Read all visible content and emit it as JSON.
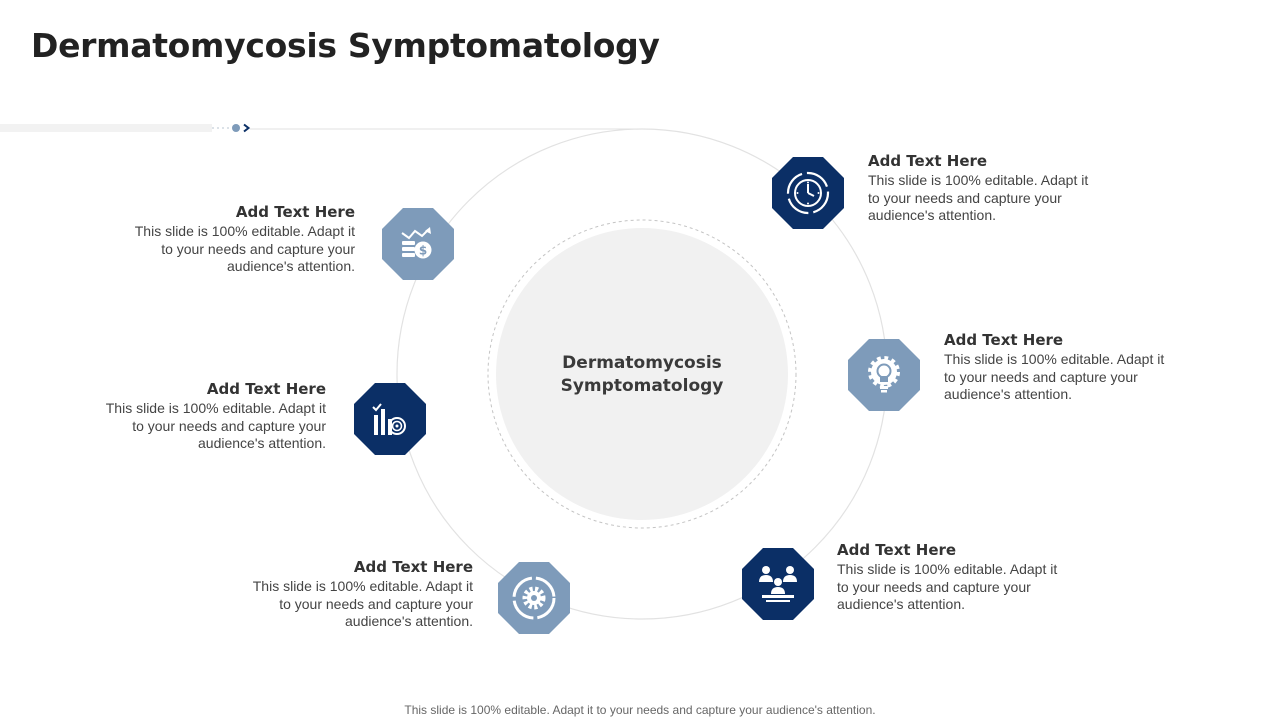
{
  "slide": {
    "title": "Dermatomycosis Symptomatology",
    "center": {
      "line1": "Dermatomycosis",
      "line2": "Symptomatology"
    },
    "footer": "This slide is 100% editable. Adapt it to your needs and capture your audience's attention."
  },
  "colors": {
    "dark": "#0b2f66",
    "light": "#7e9bba",
    "circle_fill": "#f1f1f1",
    "ring": "#dddddd"
  },
  "items": [
    {
      "icon": "money-chart-icon",
      "style": "light",
      "heading": "Add Text Here",
      "body": [
        "This slide is 100% editable.  Adapt it",
        "to your needs and capture your",
        "audience's attention."
      ]
    },
    {
      "icon": "bar-chart-target-icon",
      "style": "dark",
      "heading": "Add Text Here",
      "body": [
        "This slide is 100% editable.  Adapt it",
        "to your needs and capture your",
        "audience's attention."
      ]
    },
    {
      "icon": "gear-cycle-icon",
      "style": "light",
      "heading": "Add Text Here",
      "body": [
        "This slide is 100% editable.  Adapt it",
        "to your needs and capture your",
        "audience's attention."
      ]
    },
    {
      "icon": "clock-cycle-icon",
      "style": "dark",
      "heading": "Add Text Here",
      "body": [
        "This slide is 100% editable.  Adapt it",
        "to your needs and capture your",
        "audience's attention."
      ]
    },
    {
      "icon": "lightbulb-gear-icon",
      "style": "light",
      "heading": "Add Text Here",
      "body": [
        "This slide is 100% editable.  Adapt it",
        "to your needs and capture your",
        "audience's attention."
      ]
    },
    {
      "icon": "team-meeting-icon",
      "style": "dark",
      "heading": "Add Text Here",
      "body": [
        "This slide is 100% editable.  Adapt it",
        "to your needs and capture your",
        "audience's attention."
      ]
    }
  ]
}
